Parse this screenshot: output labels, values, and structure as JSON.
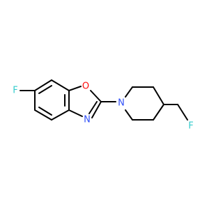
{
  "diagram": {
    "atoms": {
      "fluorine_ring": {
        "symbol": "F",
        "color": "#33cccc"
      },
      "oxygen": {
        "symbol": "O",
        "color": "#ff0d0d"
      },
      "nitrogen_oxazole": {
        "symbol": "N",
        "color": "#3050f8"
      },
      "nitrogen_piperidine": {
        "symbol": "N",
        "color": "#3050f8"
      },
      "fluorine_methyl": {
        "symbol": "F",
        "color": "#33cccc"
      }
    }
  }
}
